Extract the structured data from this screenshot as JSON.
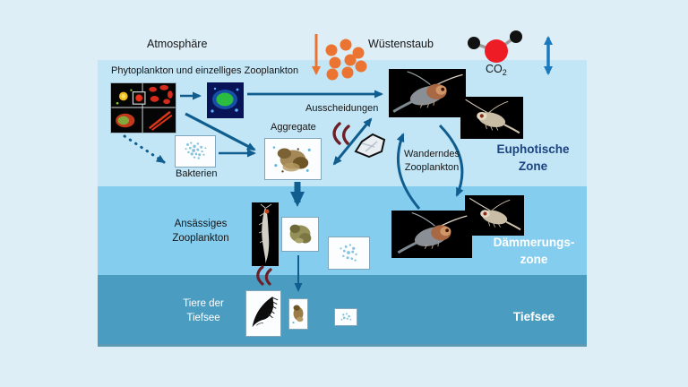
{
  "labels": {
    "atmosphere": "Atmosphäre",
    "desert_dust": "Wüstenstaub",
    "co2_base": "CO",
    "co2_subscript": "2",
    "phytoplankton_header": "Phytoplankton und einzelliges Zooplankton",
    "excretions": "Ausscheidungen",
    "aggregates": "Aggregate",
    "bacteria": "Bakterien",
    "migrating_zooplankton": {
      "line1": "Wanderndes",
      "line2": "Zooplankton"
    },
    "resident_zooplankton": {
      "line1": "Ansässiges",
      "line2": "Zooplankton"
    },
    "deep_sea_animals": {
      "line1": "Tiere der",
      "line2": "Tiefsee"
    }
  },
  "zones": {
    "euphotic": {
      "name_line1": "Euphotische",
      "name_line2": "Zone",
      "color": "#c3e6f7",
      "label_color": "#1b4380"
    },
    "twilight": {
      "name_line1": "Dämmerungs-",
      "name_line2": "zone",
      "color": "#85cdee",
      "label_color": "#ffffff"
    },
    "deep_sea": {
      "name": "Tiefsee",
      "color": "#4a9dc1",
      "label_color": "#ffffff"
    }
  },
  "colors": {
    "background": "#ddeef7",
    "flow_arrow": "#0f5e8f",
    "gas_exchange_arrow": "#1b79bd",
    "dust_orange": "#ec7433",
    "co2_oxygen_red": "#ee1c25",
    "co2_carbon_black": "#111111",
    "fecal_pellet_maroon": "#6e1e26"
  },
  "icons": {
    "dust": "orange-dust-dots",
    "co2": "co2-molecule",
    "gas_exchange": "vertical-double-arrow",
    "fecal_pellets": "fecal-pellet-curves",
    "larvacean_house": "crumpled-house-shape"
  }
}
